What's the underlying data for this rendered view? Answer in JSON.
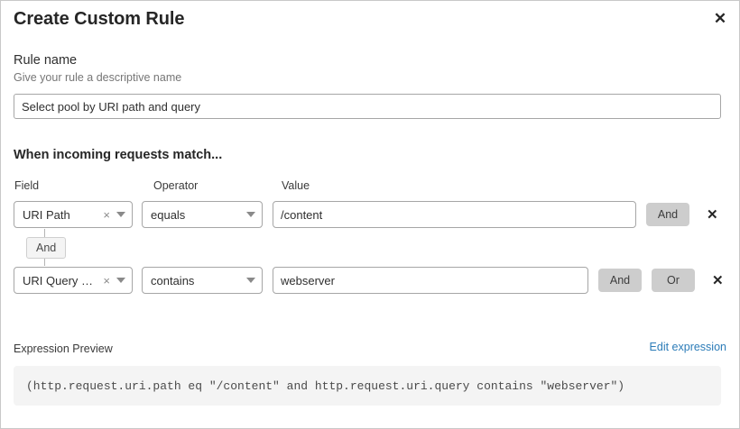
{
  "dialog": {
    "title": "Create Custom Rule",
    "close_icon": "close-icon",
    "close_glyph": "✕"
  },
  "rule_name": {
    "label": "Rule name",
    "hint": "Give your rule a descriptive name",
    "value": "Select pool by URI path and query",
    "placeholder": ""
  },
  "match": {
    "heading": "When incoming requests match...",
    "columns": {
      "field": "Field",
      "operator": "Operator",
      "value": "Value"
    },
    "connector_label": "And",
    "rows": [
      {
        "field": "URI Path",
        "operator": "equals",
        "value": "/content",
        "buttons": [
          "And"
        ],
        "clear_glyph": "×",
        "delete_glyph": "✕"
      },
      {
        "field": "URI Query St...",
        "operator": "contains",
        "value": "webserver",
        "buttons": [
          "And",
          "Or"
        ],
        "clear_glyph": "×",
        "delete_glyph": "✕"
      }
    ]
  },
  "expression": {
    "label": "Expression Preview",
    "edit_link": "Edit expression",
    "text": "(http.request.uri.path eq \"/content\" and http.request.uri.query contains \"webserver\")"
  },
  "colors": {
    "link": "#2c7cb8",
    "button_fill": "#cdcdcd",
    "preview_bg": "#f4f4f4"
  }
}
